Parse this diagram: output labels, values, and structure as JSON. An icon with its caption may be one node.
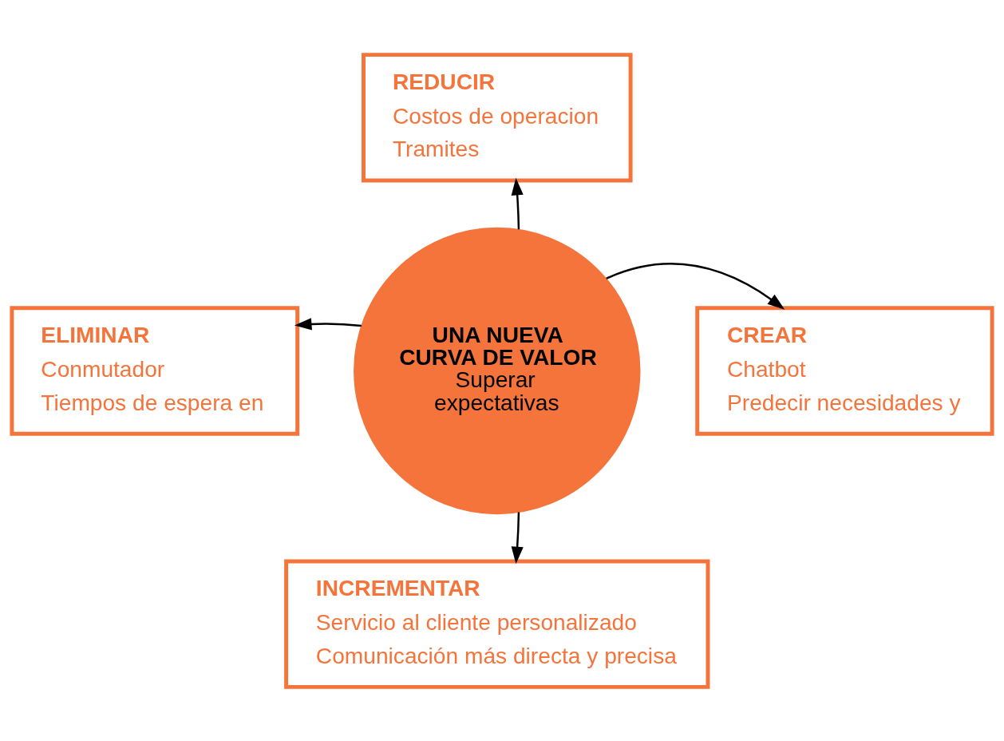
{
  "diagram": {
    "nodes": [
      {
        "text": [
          "REDUCIR",
          "Costos de operacion",
          "Tramites"
        ]
      },
      {
        "text": [
          "ELIMINAR",
          "Conmutador",
          "Tiempos de espera en"
        ]
      },
      {
        "text": [
          "UNA NUEVA CURVA DE VALOR",
          "Superar expectativas"
        ]
      },
      {
        "text": [
          "CREAR",
          "Chatbot",
          "Predecir necesidades y"
        ]
      },
      {
        "text": [
          "INCREMENTAR",
          "Servicio al cliente personalizado",
          "Comunicación más directa y precisa"
        ]
      }
    ],
    "edges": [
      {
        "from": 2,
        "to": 0,
        "arrow": "to"
      },
      {
        "from": 2,
        "to": 1,
        "arrow": "to"
      },
      {
        "from": 2,
        "to": 3,
        "arrow": "to"
      },
      {
        "from": 2,
        "to": 4,
        "arrow": "to"
      }
    ]
  }
}
